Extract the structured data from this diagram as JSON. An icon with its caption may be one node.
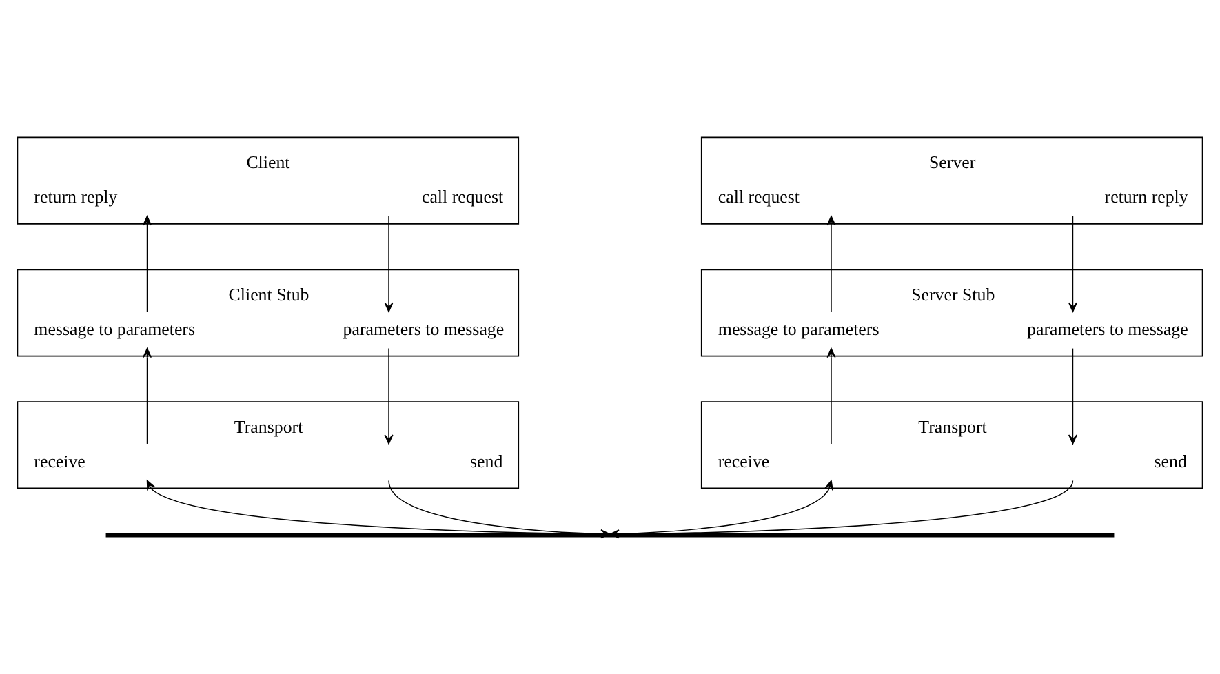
{
  "diagram": {
    "nodes": [
      {
        "text": [
          "Client",
          "return reply",
          "call request"
        ]
      },
      {
        "text": [
          "Client Stub",
          "message to parameters",
          "parameters to message"
        ]
      },
      {
        "text": [
          "Transport",
          "receive",
          "send"
        ]
      },
      {
        "text": [
          "Server",
          "call request",
          "return reply"
        ]
      },
      {
        "text": [
          "Server Stub",
          "message to parameters",
          "parameters to message"
        ]
      },
      {
        "text": [
          "Transport",
          "receive",
          "send"
        ]
      },
      {
        "text": [],
        "shape": "bar"
      }
    ],
    "edges": [
      {
        "from": 0,
        "to": 1,
        "arrow": "to"
      },
      {
        "from": 1,
        "to": 0,
        "arrow": "to"
      },
      {
        "from": 1,
        "to": 2,
        "arrow": "to"
      },
      {
        "from": 2,
        "to": 1,
        "arrow": "to"
      },
      {
        "from": 6,
        "to": 2,
        "arrow": "to"
      },
      {
        "from": 2,
        "to": 6,
        "arrow": "to"
      },
      {
        "from": 3,
        "to": 4,
        "arrow": "to"
      },
      {
        "from": 4,
        "to": 3,
        "arrow": "to"
      },
      {
        "from": 4,
        "to": 5,
        "arrow": "to"
      },
      {
        "from": 5,
        "to": 4,
        "arrow": "to"
      },
      {
        "from": 6,
        "to": 5,
        "arrow": "to"
      },
      {
        "from": 5,
        "to": 6,
        "arrow": "to"
      }
    ]
  }
}
